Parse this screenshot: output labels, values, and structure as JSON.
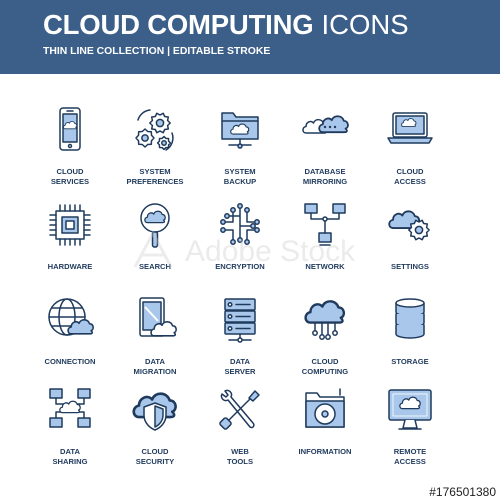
{
  "header": {
    "title_bold": "CLOUD COMPUTING",
    "title_light": "ICONS",
    "subtitle": "THIN LINE COLLECTION | EDITABLE STROKE"
  },
  "colors": {
    "header_bg": "#3c5f8a",
    "stroke": "#1f3a5c",
    "fill": "#a9c7ea",
    "label": "#1f3a5c"
  },
  "icons": [
    {
      "name": "smartphone-cloud-icon",
      "label": "CLOUD\nSERVICES"
    },
    {
      "name": "gears-icon",
      "label": "SYSTEM\nPREFERENCES"
    },
    {
      "name": "folder-cloud-network-icon",
      "label": "SYSTEM\nBACKUP"
    },
    {
      "name": "database-mirroring-clouds-icon",
      "label": "DATABASE\nMIRRORING"
    },
    {
      "name": "laptop-cloud-icon",
      "label": "CLOUD\nACCESS"
    },
    {
      "name": "microchip-icon",
      "label": "HARDWARE"
    },
    {
      "name": "magnifier-cloud-icon",
      "label": "SEARCH"
    },
    {
      "name": "circuit-encryption-icon",
      "label": "ENCRYPTION"
    },
    {
      "name": "network-monitors-icon",
      "label": "NETWORK"
    },
    {
      "name": "cloud-gear-icon",
      "label": "SETTINGS"
    },
    {
      "name": "globe-cloud-icon",
      "label": "CONNECTION"
    },
    {
      "name": "tablet-cloud-migration-icon",
      "label": "DATA\nMIGRATION"
    },
    {
      "name": "server-rack-icon",
      "label": "DATA\nSERVER"
    },
    {
      "name": "cloud-nodes-icon",
      "label": "CLOUD\nCOMPUTING"
    },
    {
      "name": "database-storage-icon",
      "label": "STORAGE"
    },
    {
      "name": "computers-sharing-icon",
      "label": "DATA\nSHARING"
    },
    {
      "name": "cloud-shield-icon",
      "label": "CLOUD\nSECURITY"
    },
    {
      "name": "wrench-screwdriver-icon",
      "label": "WEB\nTOOLS"
    },
    {
      "name": "folder-disc-icon",
      "label": "INFORMATION"
    },
    {
      "name": "monitor-cloud-icon",
      "label": "REMOTE\nACCESS"
    }
  ],
  "watermark_text": "Adobe Stock",
  "stock_id": "#176501380"
}
